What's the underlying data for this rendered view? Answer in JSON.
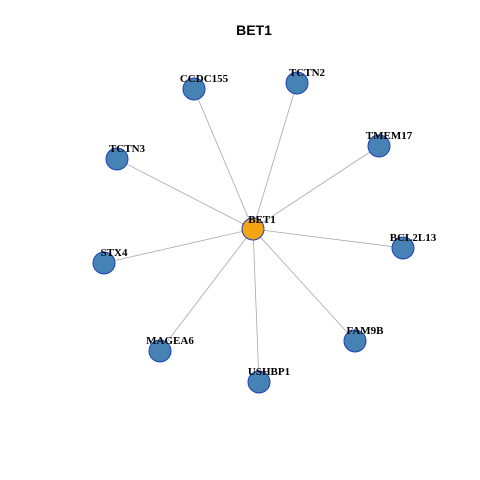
{
  "title": "BET1",
  "colors": {
    "center_fill": "#f5a514",
    "leaf_fill": "#4682b4",
    "node_stroke": "#1f3fb8",
    "edge": "#a8a8a8"
  },
  "network": {
    "center": {
      "id": "BET1",
      "label": "BET1"
    },
    "neighbors": [
      {
        "id": "CCDC155",
        "label": "CCDC155"
      },
      {
        "id": "TCTN2",
        "label": "TCTN2"
      },
      {
        "id": "TMEM17",
        "label": "TMEM17"
      },
      {
        "id": "TCTN3",
        "label": "TCTN3"
      },
      {
        "id": "BCL2L13",
        "label": "BCL2L13"
      },
      {
        "id": "STX4",
        "label": "STX4"
      },
      {
        "id": "FAM9B",
        "label": "FAM9B"
      },
      {
        "id": "MAGEA6",
        "label": "MAGEA6"
      },
      {
        "id": "USHBP1",
        "label": "USHBP1"
      }
    ]
  }
}
